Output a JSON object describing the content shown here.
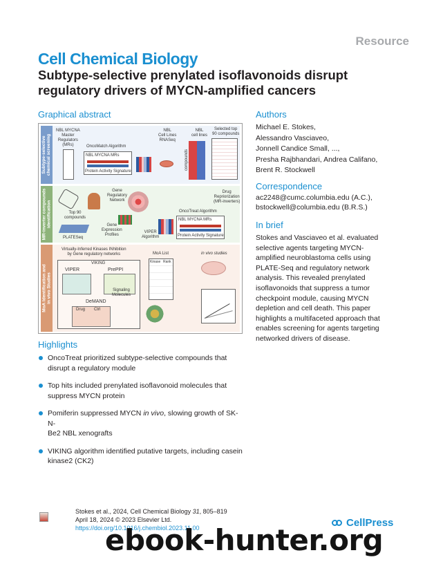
{
  "header": {
    "resource_label": "Resource",
    "journal": "Cell Chemical Biology",
    "title": "Subtype-selective prenylated isoflavonoids disrupt regulatory drivers of MYCN-amplified cancers"
  },
  "sections": {
    "graphical_abstract": "Graphical abstract",
    "authors": "Authors",
    "correspondence": "Correspondence",
    "in_brief": "In brief",
    "highlights": "Highlights"
  },
  "authors": [
    "Michael E. Stokes,",
    "Alessandro Vasciaveo,",
    "Jonnell Candice Small, ...,",
    "Presha Rajbhandari, Andrea Califano,",
    "Brent R. Stockwell"
  ],
  "correspondence": [
    "ac2248@cumc.columbia.edu (A.C.),",
    "bstockwell@columbia.edu (B.R.S.)"
  ],
  "in_brief": [
    "Stokes and Vasciaveo et al. evaluated",
    "selective agents targeting MYCN-",
    "amplified neuroblastoma cells using",
    "PLATE-Seq and regulatory network",
    "analysis. This revealed prenylated",
    "isoflavonoids that suppress a tumor",
    "checkpoint module, causing MYCN",
    "depletion and cell death. This paper",
    "highlights a multifaceted approach that",
    "enables screening for agents targeting",
    "networked drivers of disease."
  ],
  "highlights": [
    [
      "OncoTreat prioritized subtype-selective compounds that",
      "disrupt a regulatory module"
    ],
    [
      "Top hits included prenylated isoflavonoid molecules that",
      "suppress MYCN protein"
    ],
    [
      "Pomiferin suppressed MYCN ",
      "in vivo",
      ", slowing growth of SK-N-",
      "Be2 NBL xenografts"
    ],
    [
      "VIKING algorithm identified putative targets, including casein",
      "kinase2 (CK2)"
    ]
  ],
  "abstract_figure": {
    "band1_label": [
      "Subtype-selective",
      "chemical screening"
    ],
    "band2_label": [
      "MR-inverter compounds",
      "identification"
    ],
    "band3_label": [
      "MoA Identification and",
      "in vivo Studies"
    ],
    "nbl_master": [
      "NBL MYCNA",
      "Master",
      "Regulators",
      "(MRs)"
    ],
    "oncomatch": "OncoMatch Algorithm",
    "nbl_mrs": "NBL MYCNA MRs",
    "protein_activity": "Protein Activity Signature",
    "nbl_lines": [
      "NBL",
      "Cell Lines",
      "RNASeq"
    ],
    "nbl_cells": [
      "NBL",
      "cell lines"
    ],
    "compounds": "compounds",
    "selected": [
      "Selected top",
      "90 compounds"
    ],
    "gene_reg": [
      "Gene",
      "Regulatory",
      "Network"
    ],
    "drug_repo": [
      "Drug",
      "Repriorization",
      "(MR-inverters)"
    ],
    "top90": [
      "Top 90",
      "compounds"
    ],
    "oncotreat": "OncoTreat Algorithm",
    "gene_expr": [
      "Gene",
      "Expression",
      "Profiles"
    ],
    "plateseq": "PLATESeq",
    "viper_algo": [
      "VIPER",
      "Algorithm"
    ],
    "viking_desc": [
      "Virtually-Inferred Kinases INhibition",
      "by Gene regulatory networks"
    ],
    "viking": "VIKING",
    "viper": "VIPER",
    "prepi": "PrePPI",
    "drug": "Drug",
    "ctrl": "Ctrl",
    "signaling": [
      "Signaling",
      "Molecules"
    ],
    "demand": "DeMAND",
    "moa_list": "MoA List",
    "kinase": "Kinase",
    "rank": "Rank",
    "in_vivo": "in vivo studies"
  },
  "footer": {
    "citation_pre": "Stokes et al., 2024, Cell Chemical Biology ",
    "volume": "31",
    "citation_post": ", 805–819",
    "date": "April 18, 2024 © 2023 Elsevier Ltd.",
    "doi": "https://doi.org/10.1016/j.chembiol.2023.11.00",
    "publisher": "CellPress"
  },
  "watermark": "ebook-hunter.org",
  "colors": {
    "accent": "#1a8fd0",
    "band1": "#7a9ccb",
    "band2": "#8db37a",
    "band3": "#d99a73"
  }
}
